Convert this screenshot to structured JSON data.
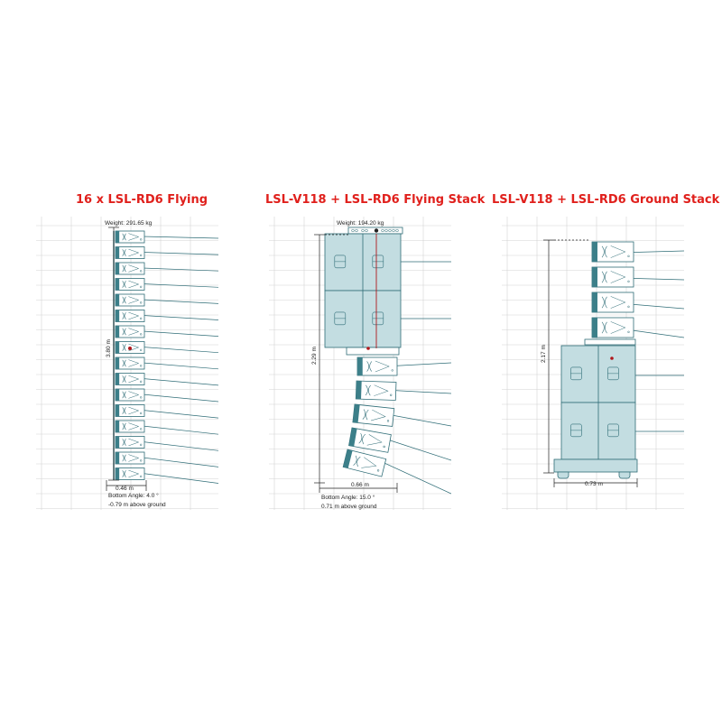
{
  "panels": [
    {
      "title": "16 x LSL-RD6 Flying",
      "weight": "Weight: 291.65 kg",
      "height_dim": "3.80 m",
      "width_dim": "0.46 m",
      "bottom_angle": "Bottom Angle: 4.0 °",
      "ground": "-0.79 m above ground"
    },
    {
      "title": "LSL-V118 + LSL-RD6 Flying Stack",
      "weight": "Weight: 194.20 kg",
      "height_dim": "2.29 m",
      "width_dim": "0.66 m",
      "bottom_angle": "Bottom Angle: 15.0 °",
      "ground": "0.71 m above ground"
    },
    {
      "title": "LSL-V118 + LSL-RD6 Ground Stack",
      "height_dim": "2.17 m",
      "width_dim": "0.73 m"
    }
  ],
  "colors": {
    "title": "#e0201c",
    "grid": "#d4d4d4",
    "cabinet_fill": "#c3dde1",
    "cabinet_stroke": "#2f6d77",
    "dark": "#222222",
    "ray": "#2f6d77"
  }
}
